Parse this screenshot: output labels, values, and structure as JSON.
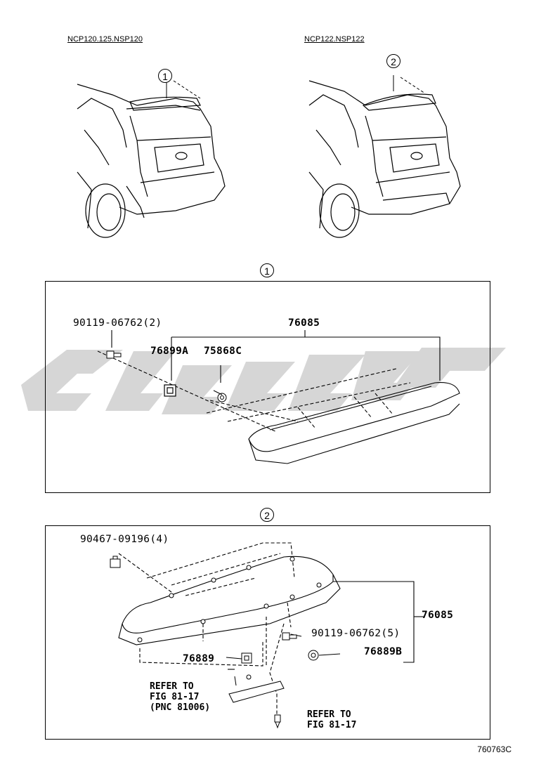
{
  "header": {
    "variant_left": "NCP120.125.NSP120",
    "variant_right": "NCP122.NSP122"
  },
  "callouts": {
    "one": "1",
    "two": "2"
  },
  "section1": {
    "marker": "1",
    "parts": {
      "bolt": "90119-06762(2)",
      "spoiler": "76085",
      "grommet": "76899A",
      "clip": "75868C"
    }
  },
  "section2": {
    "marker": "2",
    "parts": {
      "nut": "90467-09196(4)",
      "spoiler": "76085",
      "bolt": "90119-06762(5)",
      "retainer_b": "76889B",
      "retainer": "76889"
    },
    "refs": {
      "ref_light": "REFER TO\nFIG 81-17\n(PNC 81006)",
      "ref_bolt": "REFER TO\nFIG 81-17"
    }
  },
  "figure_id": "760763C",
  "colors": {
    "watermark": "#c8c8c8",
    "ink": "#000000"
  }
}
